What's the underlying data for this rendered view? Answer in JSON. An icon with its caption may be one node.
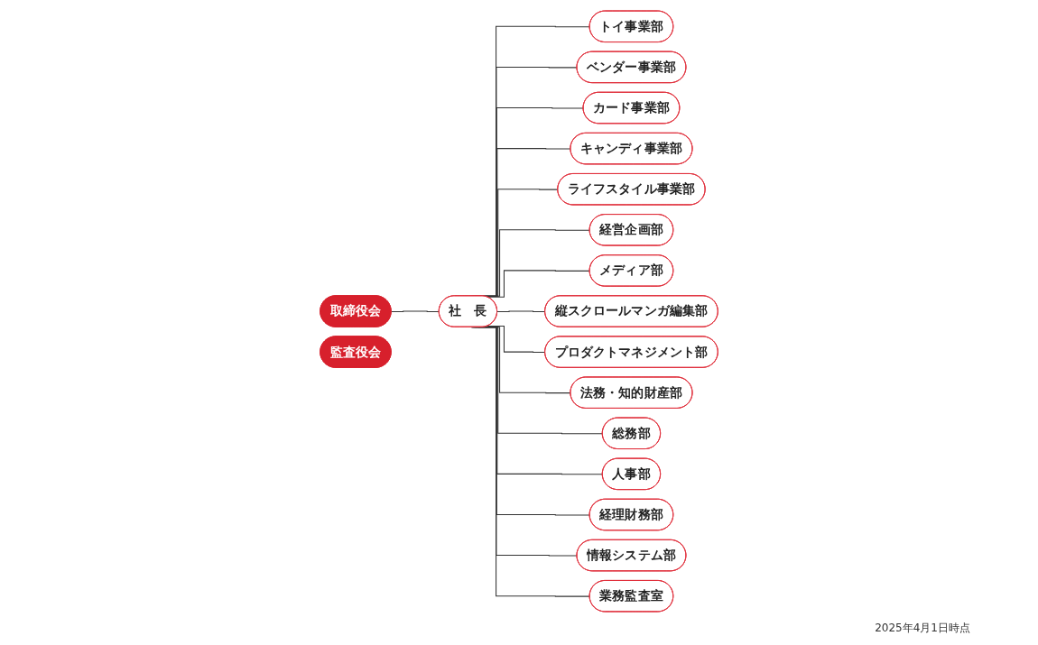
{
  "diagram": {
    "nodes": [
      {
        "text": [
          "取締役会"
        ]
      },
      {
        "text": [
          "監査役会"
        ]
      },
      {
        "text": [
          "社　長"
        ]
      },
      {
        "text": [
          "トイ事業部"
        ]
      },
      {
        "text": [
          "ベンダー事業部"
        ]
      },
      {
        "text": [
          "カード事業部"
        ]
      },
      {
        "text": [
          "キャンディ事業部"
        ]
      },
      {
        "text": [
          "ライフスタイル事業部"
        ]
      },
      {
        "text": [
          "経営企画部"
        ]
      },
      {
        "text": [
          "メディア部"
        ]
      },
      {
        "text": [
          "縦スクロールマンガ編集部"
        ]
      },
      {
        "text": [
          "プロダクトマネジメント部"
        ]
      },
      {
        "text": [
          "法務・知的財産部"
        ]
      },
      {
        "text": [
          "総務部"
        ]
      },
      {
        "text": [
          "人事部"
        ]
      },
      {
        "text": [
          "経理財務部"
        ]
      },
      {
        "text": [
          "情報システム部"
        ]
      },
      {
        "text": [
          "業務監査室"
        ]
      }
    ],
    "edges": [
      {
        "from": 0,
        "to": 2,
        "arrow": "none"
      },
      {
        "from": 2,
        "to": 3,
        "arrow": "none"
      },
      {
        "from": 2,
        "to": 4,
        "arrow": "none"
      },
      {
        "from": 2,
        "to": 5,
        "arrow": "none"
      },
      {
        "from": 2,
        "to": 6,
        "arrow": "none"
      },
      {
        "from": 2,
        "to": 7,
        "arrow": "none"
      },
      {
        "from": 2,
        "to": 8,
        "arrow": "none"
      },
      {
        "from": 2,
        "to": 9,
        "arrow": "none"
      },
      {
        "from": 2,
        "to": 10,
        "arrow": "none"
      },
      {
        "from": 2,
        "to": 11,
        "arrow": "none"
      },
      {
        "from": 2,
        "to": 12,
        "arrow": "none"
      },
      {
        "from": 2,
        "to": 13,
        "arrow": "none"
      },
      {
        "from": 2,
        "to": 14,
        "arrow": "none"
      },
      {
        "from": 2,
        "to": 15,
        "arrow": "none"
      },
      {
        "from": 2,
        "to": 16,
        "arrow": "none"
      },
      {
        "from": 2,
        "to": 17,
        "arrow": "none"
      }
    ],
    "labels": [
      "2025年4月1日時点"
    ]
  }
}
